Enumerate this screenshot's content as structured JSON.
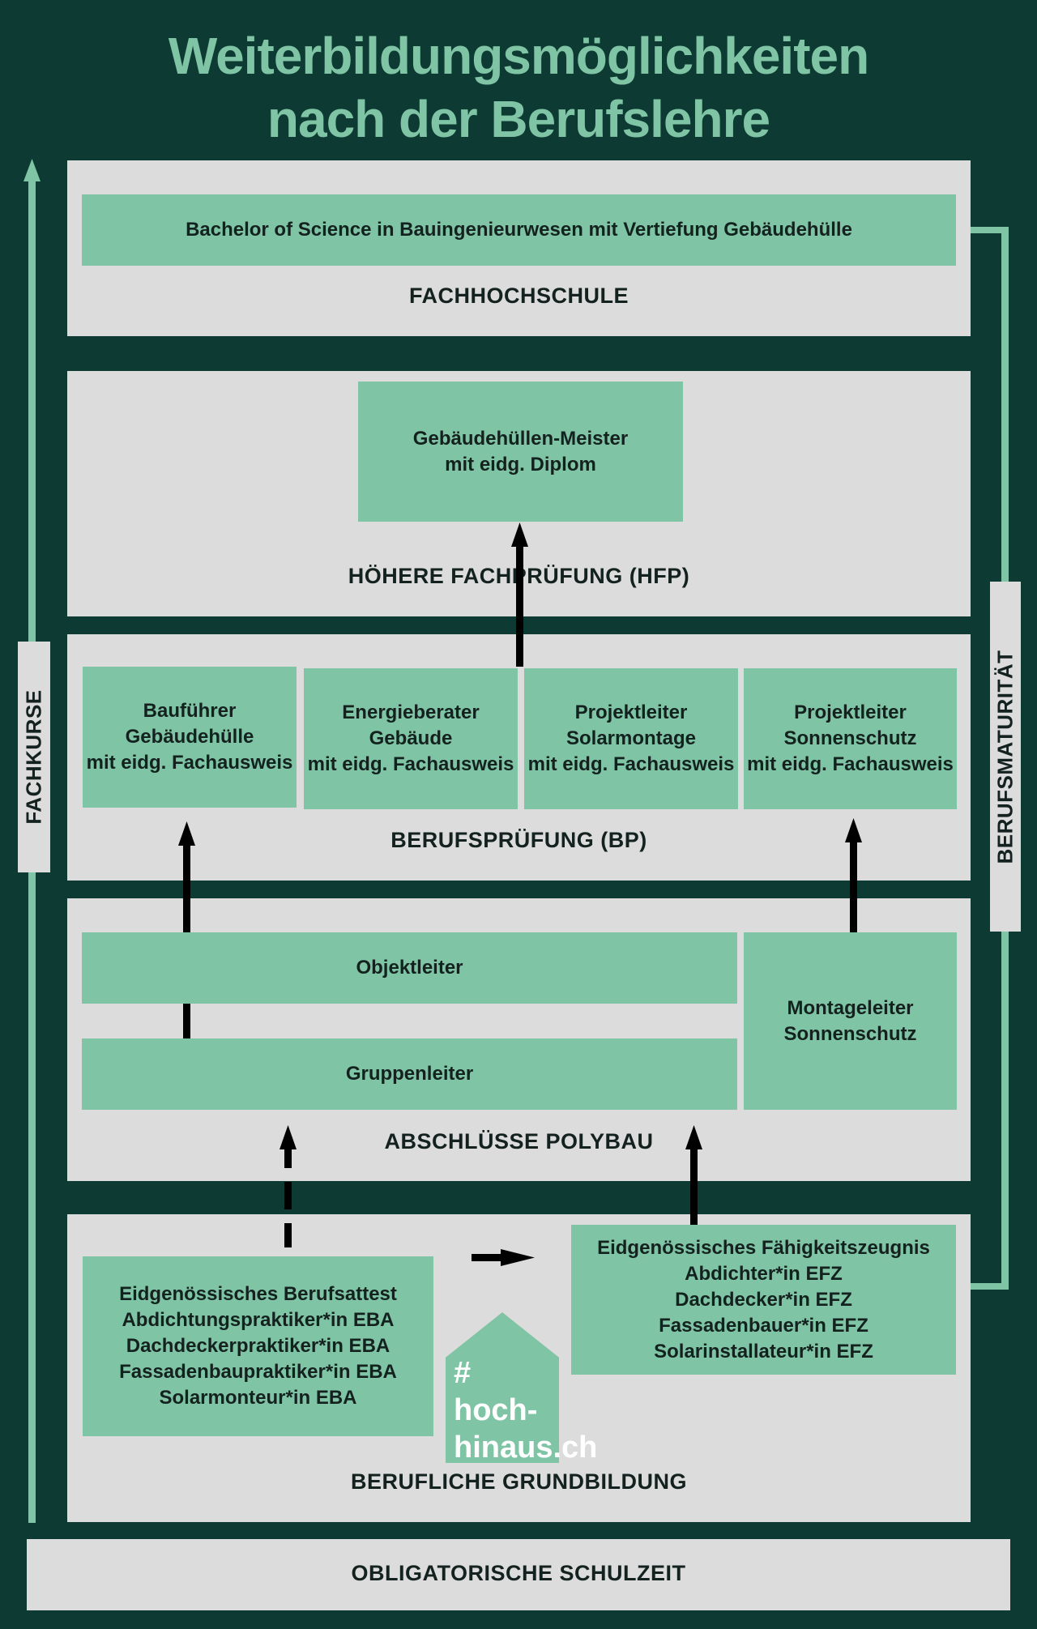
{
  "title": {
    "line1": "Weiterbildungsmöglichkeiten",
    "line2": "nach der Berufslehre"
  },
  "fachhochschule": {
    "program": "Bachelor of Science in Bauingenieurwesen mit Vertiefung Gebäudehülle",
    "label": "FACHHOCHSCHULE"
  },
  "hfp": {
    "box_line1": "Gebäudehüllen-Meister",
    "box_line2": "mit eidg. Diplom",
    "label": "HÖHERE FACHPRÜFUNG (HFP)"
  },
  "bp": {
    "label": "BERUFSPRÜFUNG (BP)",
    "boxes": [
      {
        "line1": "Bauführer",
        "line2": "Gebäudehülle",
        "line3": "mit eidg. Fachausweis"
      },
      {
        "line1": "Energieberater Gebäude",
        "line2": "mit eidg. Fachausweis",
        "line3": ""
      },
      {
        "line1": "Projektleiter",
        "line2": "Solarmontage",
        "line3": "mit eidg. Fachausweis"
      },
      {
        "line1": "Projektleiter",
        "line2": "Sonnenschutz",
        "line3": "mit eidg. Fachausweis"
      }
    ]
  },
  "polybau": {
    "label": "ABSCHLÜSSE POLYBAU",
    "objektleiter": "Objektleiter",
    "gruppenleiter": "Gruppenleiter",
    "montageleiter_line1": "Montageleiter",
    "montageleiter_line2": "Sonnenschutz"
  },
  "grundbildung": {
    "label": "BERUFLICHE GRUNDBILDUNG",
    "eba": {
      "heading": "Eidgenössisches Berufsattest",
      "items": [
        "Abdichtungspraktiker*in EBA",
        "Dachdeckerpraktiker*in EBA",
        "Fassadenbaupraktiker*in EBA",
        "Solarmonteur*in EBA"
      ]
    },
    "efz": {
      "heading": "Eidgenössisches Fähigkeitszeugnis",
      "items": [
        "Abdichter*in EFZ",
        "Dachdecker*in EFZ",
        "Fassadenbauer*in EFZ",
        "Solarinstallateur*in EFZ"
      ]
    }
  },
  "logo": {
    "line1": "#",
    "line2": "hoch-",
    "line3": "hinaus.ch"
  },
  "schulzeit": "OBLIGATORISCHE SCHULZEIT",
  "side_left": "FACHKURSE",
  "side_right": "BERUFSMATURITÄT",
  "colors": {
    "background": "#0d3b33",
    "panel": "#dcdcdc",
    "accent": "#7fc4a5",
    "text": "#14221f"
  }
}
